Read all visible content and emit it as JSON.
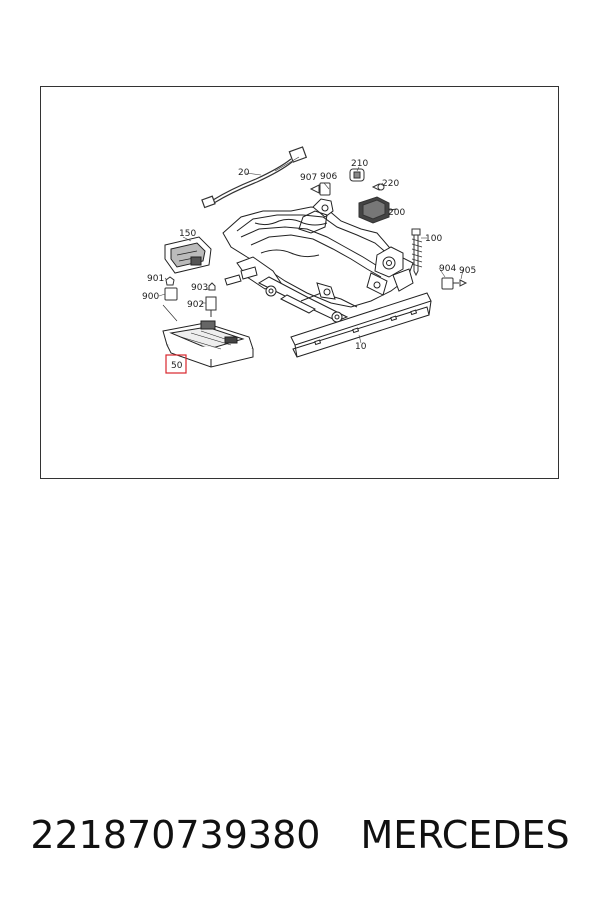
{
  "diagram": {
    "highlight_color": "#d9262c",
    "callouts": {
      "c20": "20",
      "c907": "907",
      "c906": "906",
      "c210": "210",
      "c220": "220",
      "c200": "200",
      "c150": "150",
      "c100": "100",
      "c901": "901",
      "c900": "900",
      "c903": "903",
      "c902": "902",
      "c904": "904",
      "c905": "905",
      "c10": "10",
      "c50": "50"
    }
  },
  "caption": {
    "part_number": "221870739380",
    "brand": "MERCEDES"
  }
}
